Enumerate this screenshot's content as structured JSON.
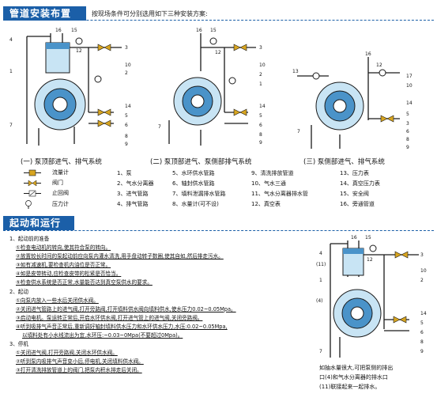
{
  "section1": {
    "title": "管道安装布置",
    "intro": "按现场条件可分别选用如下三种安装方案:"
  },
  "captions": [
    "(一) 泵顶部进气、排气系统",
    "(二) 泵顶部进气、泵侧部排气系统",
    "(三) 泵侧部进气、排气系统"
  ],
  "legend_symbols": [
    {
      "label": "流量计",
      "icon": "flowmeter-icon"
    },
    {
      "label": "阀门",
      "icon": "valve-icon"
    },
    {
      "label": "止回阀",
      "icon": "check-valve-icon"
    },
    {
      "label": "压力计",
      "icon": "pressure-gauge-icon"
    }
  ],
  "legend_parts": [
    "1、泵",
    "2、气水分离器",
    "3、进气管路",
    "4、排气管路",
    "5、水环供水管路",
    "6、轴封供水管路",
    "7、填料泄漏排水管路",
    "8、水量计(可不设)",
    "9、清洗排放管道",
    "10、气水三通",
    "11、气水分离器排水管",
    "12、真空表",
    "13、压力表",
    "14、真空压力表",
    "15、安全阀",
    "16、旁通管道"
  ],
  "section2": {
    "title": "起动和运行"
  },
  "steps": [
    {
      "text": "1、起动前的准备",
      "cls": ""
    },
    {
      "text": "①检查电动机的转向,使其符合泵的转向。",
      "cls": "ind ul"
    },
    {
      "text": "②放置较长时间的泵起动前应向泵内灌水清洗,用手盘动转子数圈,使其自如,然后排走污水。",
      "cls": "ind ul"
    },
    {
      "text": "③如有减速机,要检查机内油位是否正常。",
      "cls": "ind ul"
    },
    {
      "text": "④如是皮带转动,应检查皮带的松紧是否恰当。",
      "cls": "ind ul"
    },
    {
      "text": "⑤检查供水系统是否正常,水量能否达到真空泵供水的要求。",
      "cls": "ind ul"
    },
    {
      "text": "2、起动",
      "cls": ""
    },
    {
      "text": "①向泵内放入一些水后关闭供水阀。",
      "cls": "ind ul"
    },
    {
      "text": "②关闭进气管路上的进气阀,打开旁路阀,打开填料供水阀向填料供水,使水压力0.02~0.05Mpa。",
      "cls": "ind ul"
    },
    {
      "text": "③启动电机。泵运转正常后,开启水环供水阀,打开进气管上的进气阀,关闭旁路阀。",
      "cls": "ind ul"
    },
    {
      "text": "④听到吸排气声音正常后,重新调好轴封填料供水压力和水环供水压力,水压:0.02~0.05Mpa,",
      "cls": "ind ul"
    },
    {
      "text": "以填料处有小水线流出为宜,水环压:~0.03~0Mpa(不要超过0Mpa)。",
      "cls": "ind2 ul"
    },
    {
      "text": "3、停机",
      "cls": ""
    },
    {
      "text": "①关闭进气阀,打开旁路阀,关闭水环供水阀。",
      "cls": "ind ul"
    },
    {
      "text": "②听到泵内吸排气声音变小后,停电机,关闭填料供水阀。",
      "cls": "ind ul"
    },
    {
      "text": "③打开清洗排放管道上的阀门,把泵内积水排走后关闭。",
      "cls": "ind ul"
    }
  ],
  "side_note": [
    "如抽水量很大,可把泵侧的排出",
    "口(4)和气水分离器的排水口",
    "(11)联接起来一起排水。"
  ],
  "callouts": {
    "d1": [
      "16",
      "15",
      "12",
      "3",
      "10",
      "2",
      "1",
      "4",
      "14",
      "5",
      "6",
      "7",
      "8",
      "9"
    ],
    "d2": [
      "16",
      "15",
      "12",
      "3",
      "10",
      "2",
      "1",
      "14",
      "5",
      "6",
      "7",
      "8",
      "9"
    ],
    "d3": [
      "16",
      "12",
      "17",
      "10",
      "13",
      "14",
      "5",
      "3",
      "6",
      "7",
      "8",
      "9"
    ],
    "d4": [
      "16",
      "15",
      "12",
      "(11)",
      "4",
      "1",
      "(4)",
      "14",
      "3",
      "10",
      "2",
      "5",
      "6",
      "8",
      "9",
      "7"
    ]
  },
  "colors": {
    "accent": "#1b5fa8",
    "pipe": "#1a1a1a",
    "pump_light": "#c8e4f4",
    "pump_dark": "#4a93c9",
    "valve": "#d8a520"
  }
}
